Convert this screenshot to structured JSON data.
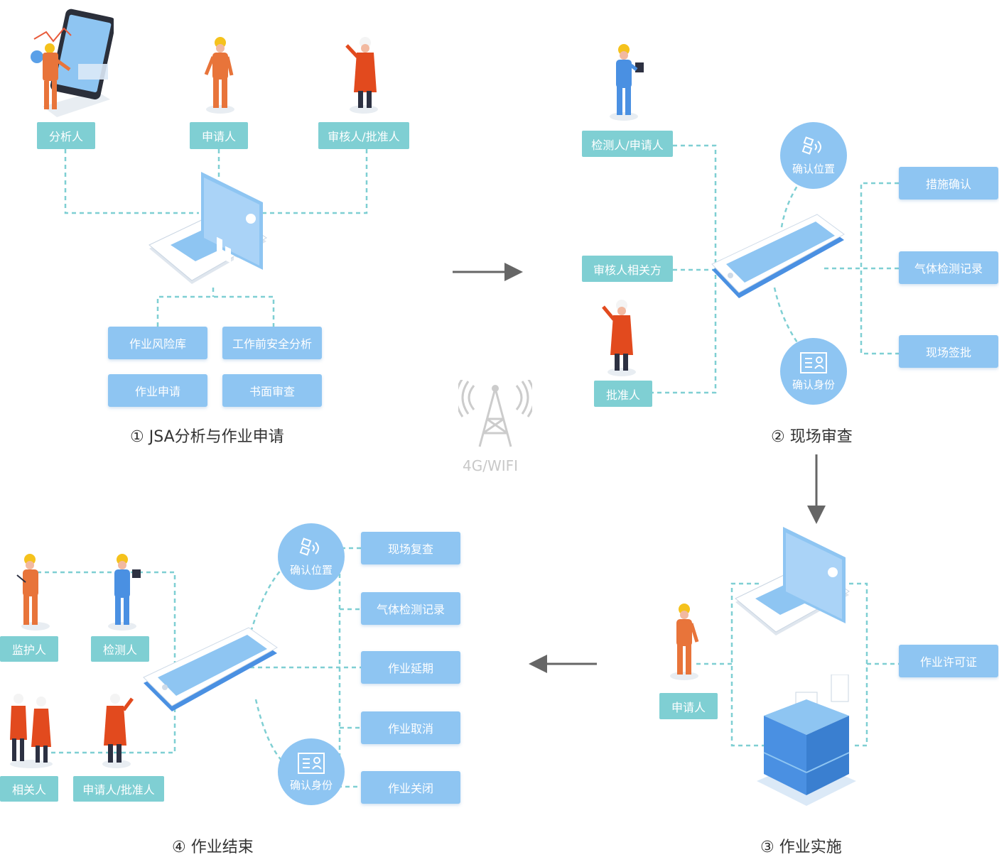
{
  "colors": {
    "tag": "#7fcfd3",
    "box": "#8ec5f2",
    "line": "#7fcfd3",
    "arrow": "#666666"
  },
  "stage1": {
    "roles": [
      "分析人",
      "申请人",
      "审核人/批准人"
    ],
    "items": [
      "作业风险库",
      "工作前安全分析",
      "作业申请",
      "书面审查"
    ],
    "title": "① JSA分析与作业申请"
  },
  "stage2": {
    "roles": [
      "检测人/申请人",
      "审核人相关方",
      "批准人"
    ],
    "circles": [
      "确认位置",
      "确认身份"
    ],
    "items": [
      "措施确认",
      "气体检测记录",
      "现场签批"
    ],
    "title": "② 现场审查"
  },
  "stage3": {
    "role": "申请人",
    "item": "作业许可证",
    "title": "③ 作业实施"
  },
  "stage4": {
    "roles": [
      "监护人",
      "检测人",
      "相关人",
      "申请人/批准人"
    ],
    "circles": [
      "确认位置",
      "确认身份"
    ],
    "items": [
      "现场复查",
      "气体检测记录",
      "作业延期",
      "作业取消",
      "作业关闭"
    ],
    "title": "④ 作业结束"
  },
  "network": {
    "label": "4G/WIFI",
    "icon": "signal-tower-icon"
  }
}
